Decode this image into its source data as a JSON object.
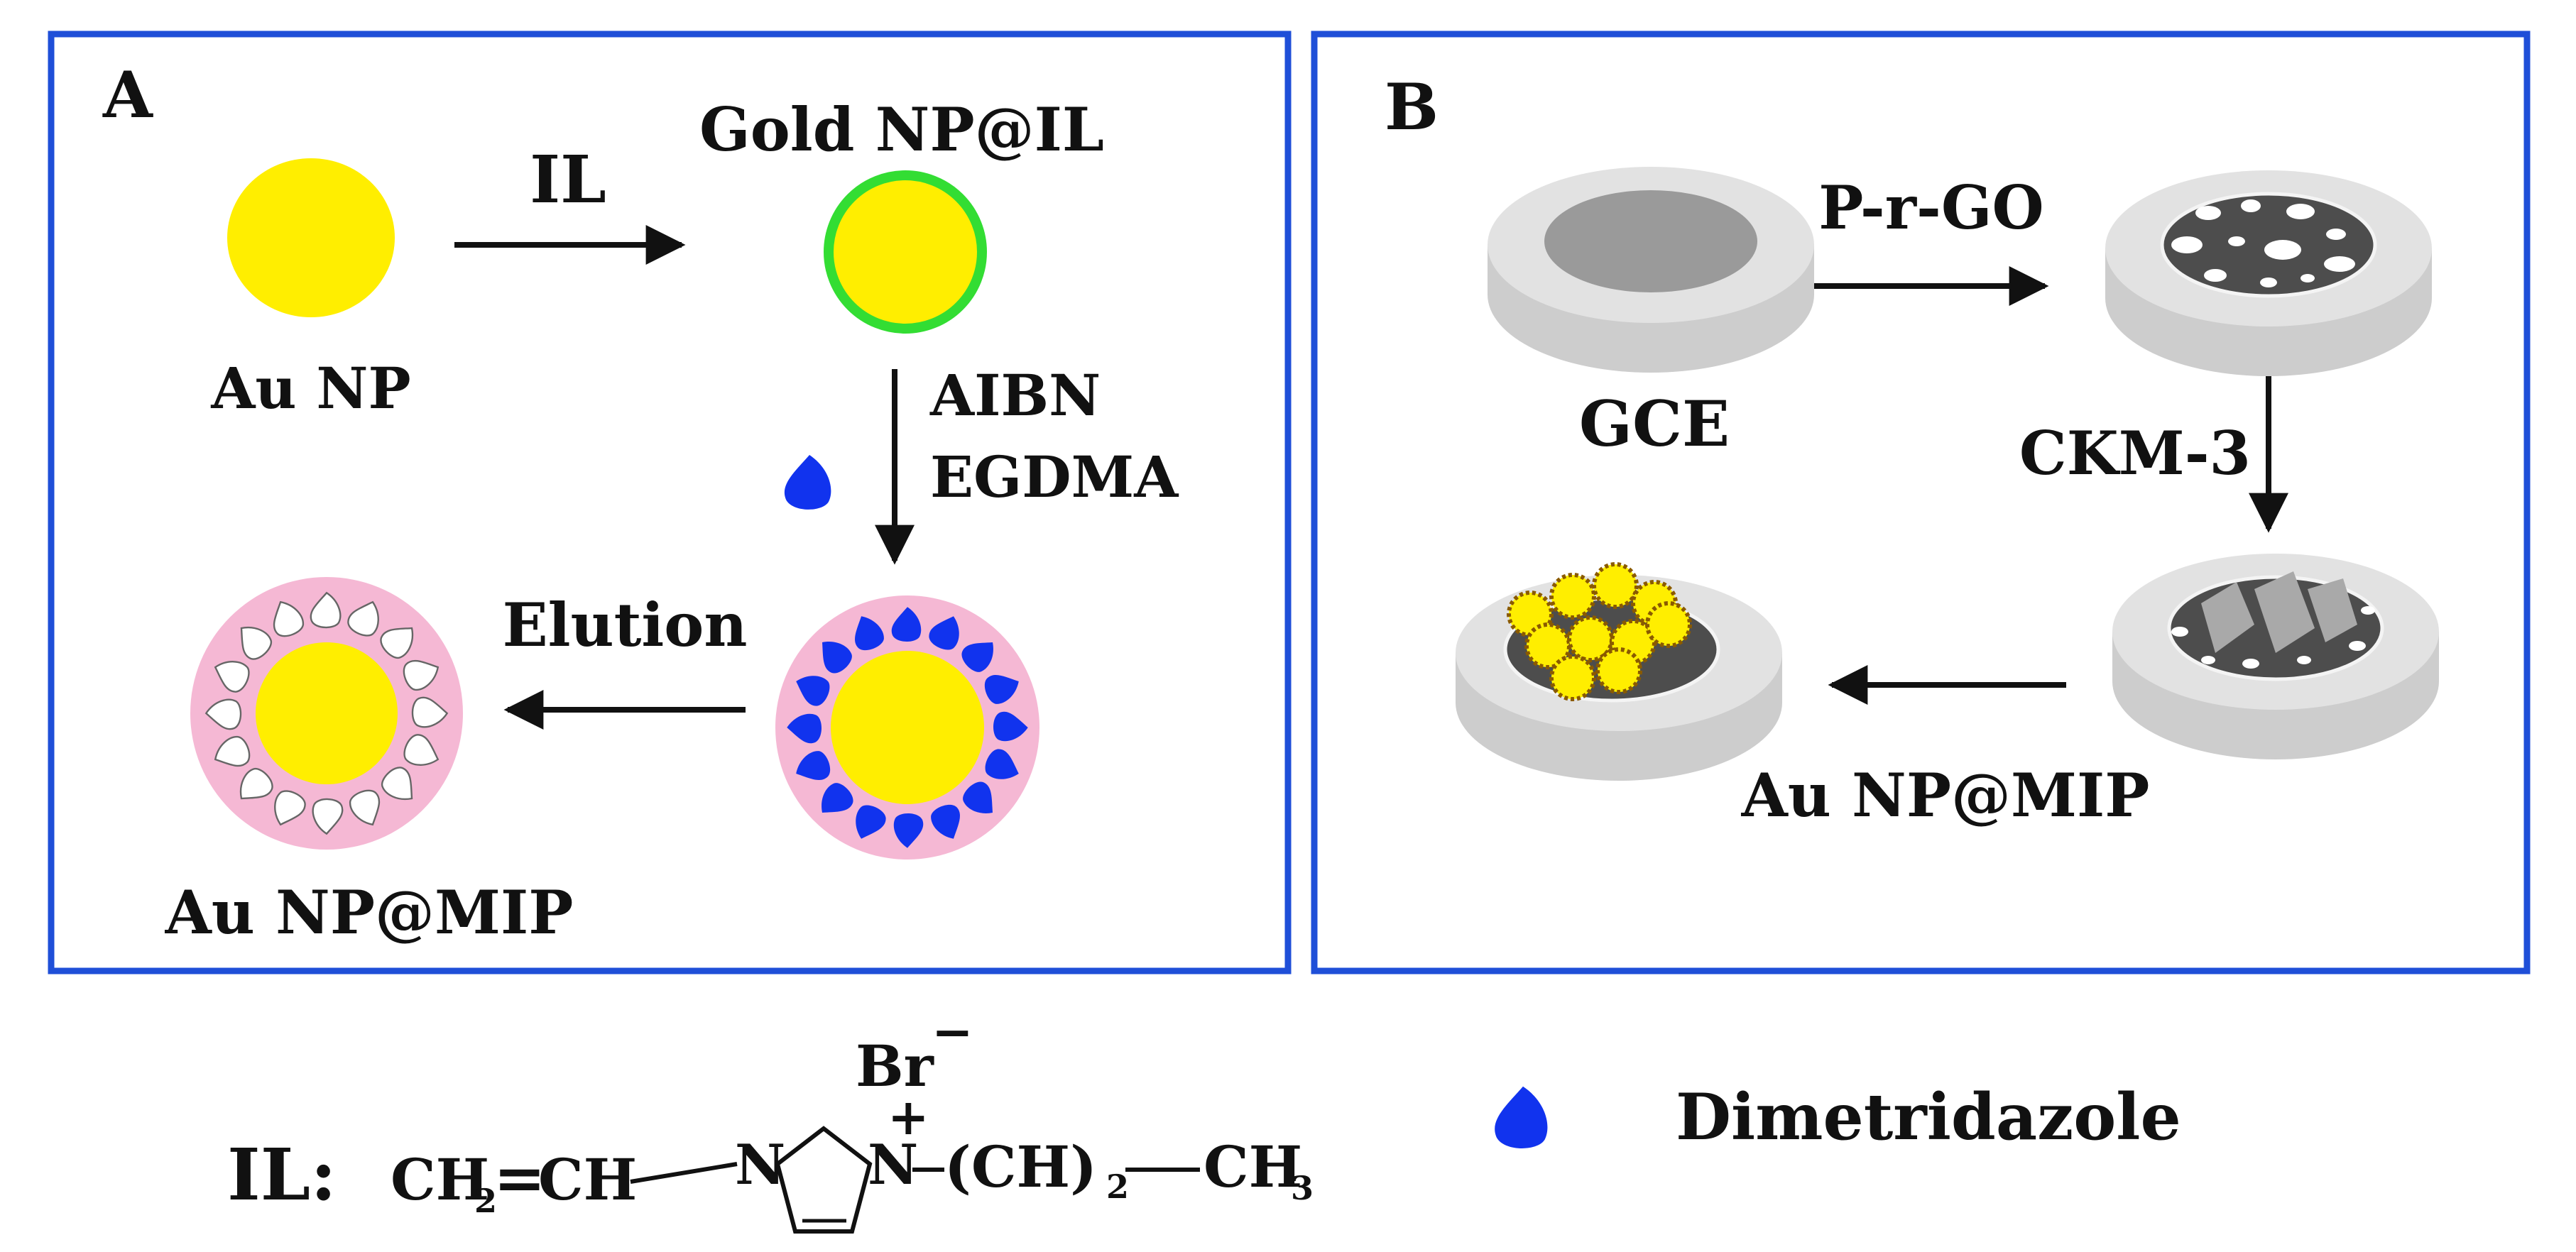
{
  "colors": {
    "panel_border": "#1f4fd8",
    "gold": "#ffee00",
    "ionic_liquid_shell": "#33dd33",
    "mip_shell": "#f5b8d4",
    "template_molecule": "#1133ee",
    "cavity": "#ffffff",
    "electrode_body": "#d6d6d6",
    "electrode_rim": "#e4e4e4",
    "electrode_center": "#9a9a9a",
    "prgo_layer": "#4d4d4d",
    "ckm3_band": "#a9a9a9",
    "arrow": "#111111",
    "text": "#111111"
  },
  "panel_a": {
    "letter": "A",
    "au_np_label": "Au NP",
    "il_arrow_label": "IL",
    "gold_np_il_label": "Gold NP@IL",
    "reagent_1": "AIBN",
    "reagent_2": "EGDMA",
    "elution_label": "Elution",
    "au_np_mip_label": "Au NP@MIP"
  },
  "panel_b": {
    "letter": "B",
    "gce_label": "GCE",
    "prgo_label": "P-r-GO",
    "ckm3_label": "CKM-3",
    "au_np_mip_label": "Au NP@MIP"
  },
  "ionic_liquid": {
    "prefix": "IL:",
    "vinyl_ch2": "CH",
    "vinyl_ch2_sub": "2",
    "vinyl_eq": "=",
    "vinyl_ch": "CH",
    "ring_n1": "N",
    "ring_n3": "N",
    "plus_sign": "+",
    "counter_ion": "Br",
    "counter_charge": "−",
    "chain_group": "(CH)",
    "chain_sub": "2",
    "terminal_group": "CH",
    "terminal_sub": "3"
  },
  "legend": {
    "icon": "dimetridazole-droplet-icon",
    "label": "Dimetridazole"
  }
}
